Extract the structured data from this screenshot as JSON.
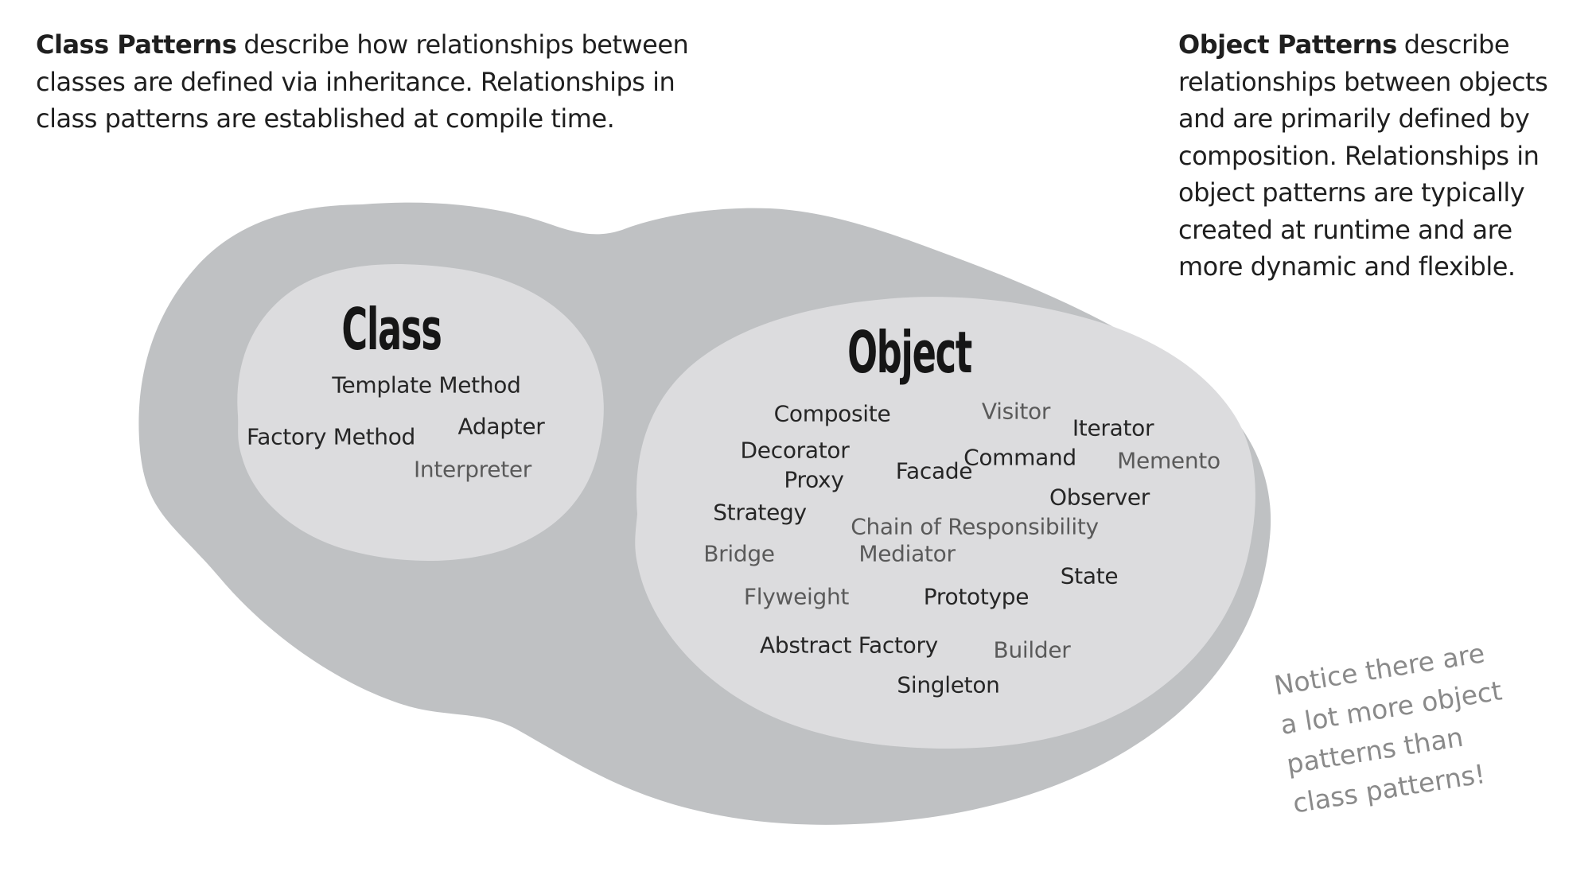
{
  "colors": {
    "outer_blob": "#bfc1c3",
    "inner_blob": "#dcdcde",
    "dark_text": "#262626",
    "muted_text": "#5a5a5a",
    "heading_text": "#161616",
    "body_text": "#1f1f1f",
    "note_text": "#8a8a8a",
    "background": "#ffffff"
  },
  "intro_left": {
    "bold_lead": "Class Patterns",
    "lines": [
      "describe how relationships between",
      "classes are defined via inheritance. Relationships in",
      "class patterns are established at compile time."
    ]
  },
  "intro_right": {
    "bold_lead": "Object Patterns",
    "lines": [
      "describe",
      "relationships between objects",
      "and are primarily defined by",
      "composition. Relationships in",
      "object patterns are typically",
      "created at runtime and are",
      "more dynamic and flexible."
    ]
  },
  "venn": {
    "class_group": {
      "title": "Class",
      "patterns": [
        {
          "name": "Template Method",
          "muted": false
        },
        {
          "name": "Factory Method",
          "muted": false
        },
        {
          "name": "Adapter",
          "muted": false
        },
        {
          "name": "Interpreter",
          "muted": true
        }
      ]
    },
    "object_group": {
      "title": "Object",
      "patterns": [
        {
          "name": "Composite",
          "muted": false
        },
        {
          "name": "Visitor",
          "muted": true
        },
        {
          "name": "Iterator",
          "muted": false
        },
        {
          "name": "Decorator",
          "muted": false
        },
        {
          "name": "Command",
          "muted": false
        },
        {
          "name": "Memento",
          "muted": true
        },
        {
          "name": "Facade",
          "muted": false
        },
        {
          "name": "Proxy",
          "muted": false
        },
        {
          "name": "Observer",
          "muted": false
        },
        {
          "name": "Strategy",
          "muted": false
        },
        {
          "name": "Chain of Responsibility",
          "muted": true
        },
        {
          "name": "Bridge",
          "muted": true
        },
        {
          "name": "Mediator",
          "muted": true
        },
        {
          "name": "State",
          "muted": false
        },
        {
          "name": "Flyweight",
          "muted": true
        },
        {
          "name": "Prototype",
          "muted": false
        },
        {
          "name": "Abstract Factory",
          "muted": false
        },
        {
          "name": "Builder",
          "muted": true
        },
        {
          "name": "Singleton",
          "muted": false
        }
      ]
    }
  },
  "note": {
    "lines": [
      "Notice there are",
      "a lot more object",
      "patterns than",
      "class patterns!"
    ]
  }
}
